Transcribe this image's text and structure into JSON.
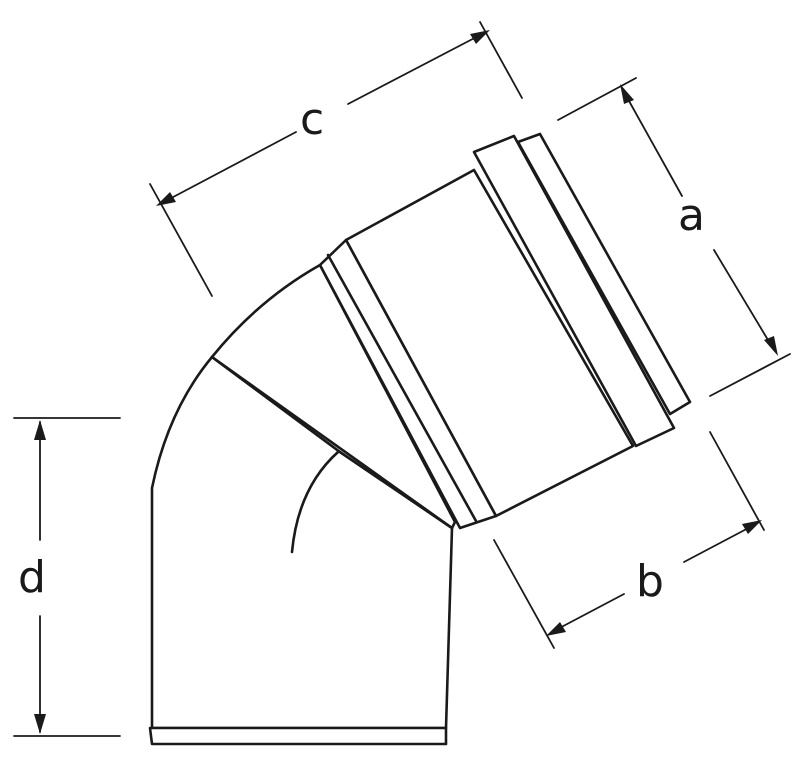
{
  "labels": {
    "a": "a",
    "b": "b",
    "c": "c",
    "d": "d"
  },
  "colors": {
    "stroke": "#1a1a1a",
    "background": "#ffffff"
  }
}
